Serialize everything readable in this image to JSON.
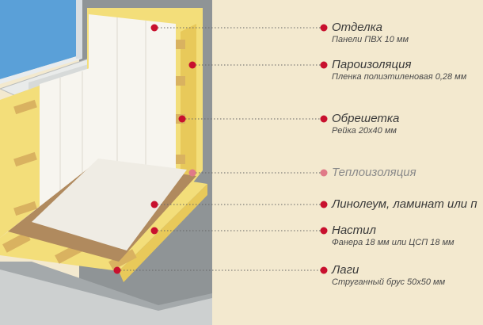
{
  "colors": {
    "background": "#f3e9cf",
    "marker": "#c8102e",
    "insulation": "#f3de7a",
    "wall_grey": "#8f9496",
    "panel_white": "#f7f5ef",
    "glass_blue": "#5aa0d8"
  },
  "labels": [
    {
      "title": "Отделка",
      "subtitle": "Панели ПВХ 10 мм"
    },
    {
      "title": "Пароизоляция",
      "subtitle": "Пленка полиэтиленовая 0,28 мм"
    },
    {
      "title": "Обрешетка",
      "subtitle": "Рейка 20х40 мм"
    },
    {
      "title": "Теплоизоляция",
      "subtitle": ""
    },
    {
      "title": "Линолеум, ламинат или п",
      "subtitle": ""
    },
    {
      "title": "Настил",
      "subtitle": "Фанера 18 мм или ЦСП 18 мм"
    },
    {
      "title": "Лаги",
      "subtitle": "Струганный брус 50х50 мм"
    }
  ]
}
